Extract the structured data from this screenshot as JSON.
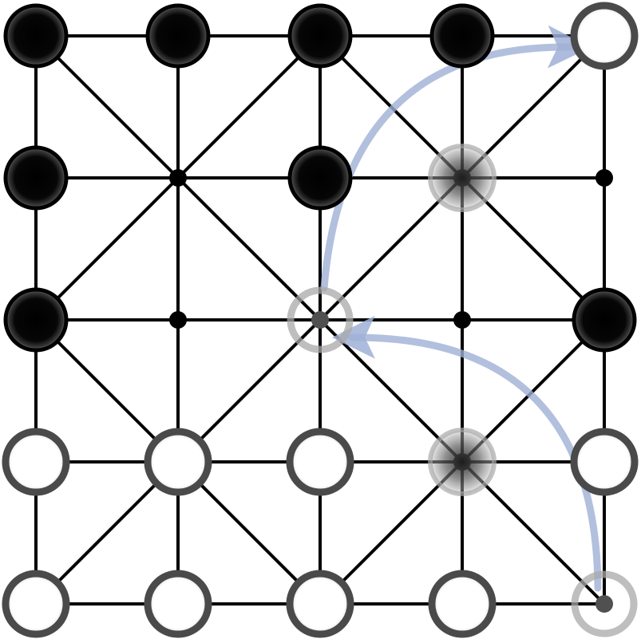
{
  "game": {
    "type": "alquerque-style board",
    "grid_size": 5,
    "colors": {
      "line": "#000000",
      "black_piece": "#050505",
      "white_piece": "#ffffff",
      "piece_border": "#4a4a4a",
      "ghost_ring": "#a8a8a8",
      "arrow": "#9fb0d6"
    },
    "pieces": [
      {
        "row": 0,
        "col": 0,
        "color": "black"
      },
      {
        "row": 0,
        "col": 1,
        "color": "black"
      },
      {
        "row": 0,
        "col": 2,
        "color": "black"
      },
      {
        "row": 0,
        "col": 3,
        "color": "black"
      },
      {
        "row": 0,
        "col": 4,
        "color": "white"
      },
      {
        "row": 1,
        "col": 0,
        "color": "black"
      },
      {
        "row": 1,
        "col": 2,
        "color": "black"
      },
      {
        "row": 2,
        "col": 0,
        "color": "black"
      },
      {
        "row": 2,
        "col": 4,
        "color": "black"
      },
      {
        "row": 3,
        "col": 0,
        "color": "white"
      },
      {
        "row": 3,
        "col": 1,
        "color": "white"
      },
      {
        "row": 3,
        "col": 2,
        "color": "white"
      },
      {
        "row": 3,
        "col": 4,
        "color": "white"
      },
      {
        "row": 4,
        "col": 0,
        "color": "white"
      },
      {
        "row": 4,
        "col": 1,
        "color": "white"
      },
      {
        "row": 4,
        "col": 2,
        "color": "white"
      },
      {
        "row": 4,
        "col": 3,
        "color": "white"
      }
    ],
    "captured_markers": [
      {
        "row": 1,
        "col": 3
      },
      {
        "row": 3,
        "col": 3
      }
    ],
    "origin_markers": [
      {
        "row": 4,
        "col": 4
      },
      {
        "row": 2,
        "col": 2
      }
    ],
    "move_path": [
      {
        "from": {
          "row": 4,
          "col": 4
        },
        "to": {
          "row": 2,
          "col": 2
        }
      },
      {
        "from": {
          "row": 2,
          "col": 2
        },
        "to": {
          "row": 0,
          "col": 4
        }
      }
    ]
  }
}
